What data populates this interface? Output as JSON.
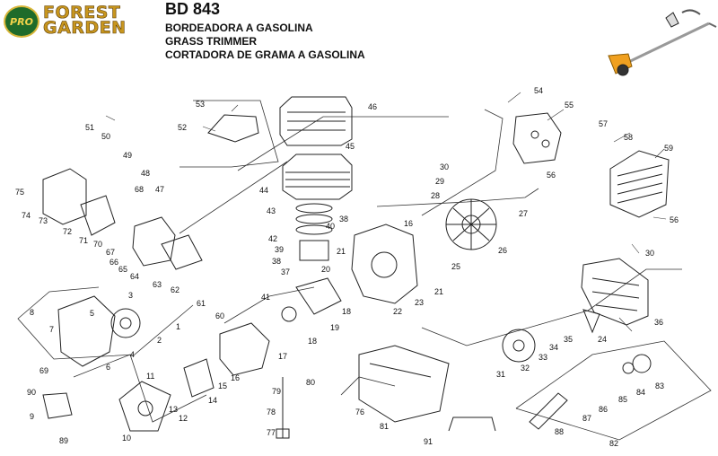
{
  "brand": {
    "badge": "PRO",
    "line1": "FOREST",
    "line2": "GARDEN"
  },
  "header": {
    "model": "BD 843",
    "names": [
      "BORDEADORA A GASOLINA",
      "GRASS TRIMMER",
      "CORTADORA DE GRAMA A GASOLINA"
    ]
  },
  "part_numbers": [
    "1",
    "2",
    "3",
    "4",
    "5",
    "6",
    "7",
    "8",
    "9",
    "10",
    "11",
    "12",
    "13",
    "14",
    "15",
    "16",
    "16",
    "17",
    "18",
    "18",
    "19",
    "20",
    "21",
    "21",
    "22",
    "23",
    "24",
    "25",
    "26",
    "27",
    "28",
    "29",
    "30",
    "30",
    "31",
    "32",
    "33",
    "34",
    "35",
    "36",
    "37",
    "38",
    "38",
    "39",
    "40",
    "41",
    "42",
    "43",
    "44",
    "45",
    "46",
    "47",
    "48",
    "49",
    "50",
    "51",
    "52",
    "53",
    "54",
    "55",
    "56",
    "56",
    "57",
    "58",
    "59",
    "60",
    "61",
    "62",
    "63",
    "64",
    "65",
    "66",
    "67",
    "68",
    "69",
    "70",
    "71",
    "72",
    "73",
    "74",
    "75",
    "76",
    "77",
    "78",
    "79",
    "80",
    "81",
    "82",
    "83",
    "84",
    "85",
    "86",
    "87",
    "88",
    "89",
    "90",
    "91"
  ],
  "colors": {
    "brand_green": "#1f6b2a",
    "brand_gold": "#c8961e",
    "trimmer_accent": "#f0a020"
  }
}
